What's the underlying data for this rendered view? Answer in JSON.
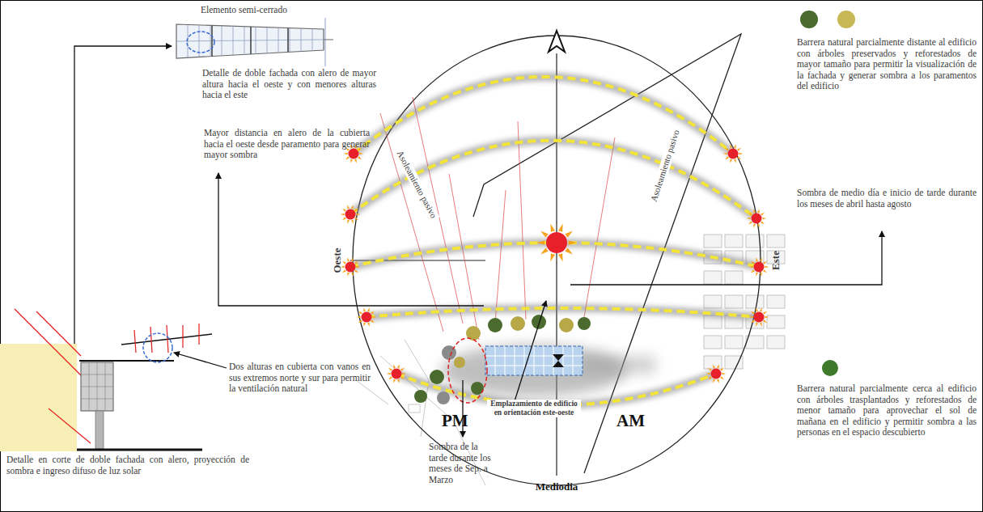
{
  "diagram": {
    "labels": [
      "Elemento semi-cerrado",
      "Detalle de doble fachada con alero de mayor altura hacia el oeste y con menores alturas hacia el este",
      "Mayor distancia en alero de la cubierta hacia el oeste desde paramento para generar mayor sombra",
      "Dos alturas en cubierta con vanos en sus extremos norte y sur para permitir la ventilación natural",
      "Detalle en corte de doble fachada con alero, proyección de sombra e ingreso difuso de luz solar",
      "Oeste",
      "Asoleamiento pasivo",
      "Emplazamiento de edificio en orientación este-oeste",
      "PM",
      "Mediodia",
      "Sombra de la tarde durante los meses de Sep. a Marzo",
      "AM",
      "Asoleamiento pasivo",
      "Este",
      "Barrera natural parcialmente distante al edificio con árboles preservados y reforestados de mayor tamaño para permitir la visualización de la fachada y generar sombra a los paramentos del edificio",
      "Sombra de medio día e inicio de tarde durante los meses de abril hasta agosto",
      "Barrera natural parcialmente cerca al edificio con árboles trasplantados y reforestados de menor tamaño para aprovechar el sol de mañana en el edificio y permitir sombra a las personas en el espacio descubierto"
    ]
  }
}
